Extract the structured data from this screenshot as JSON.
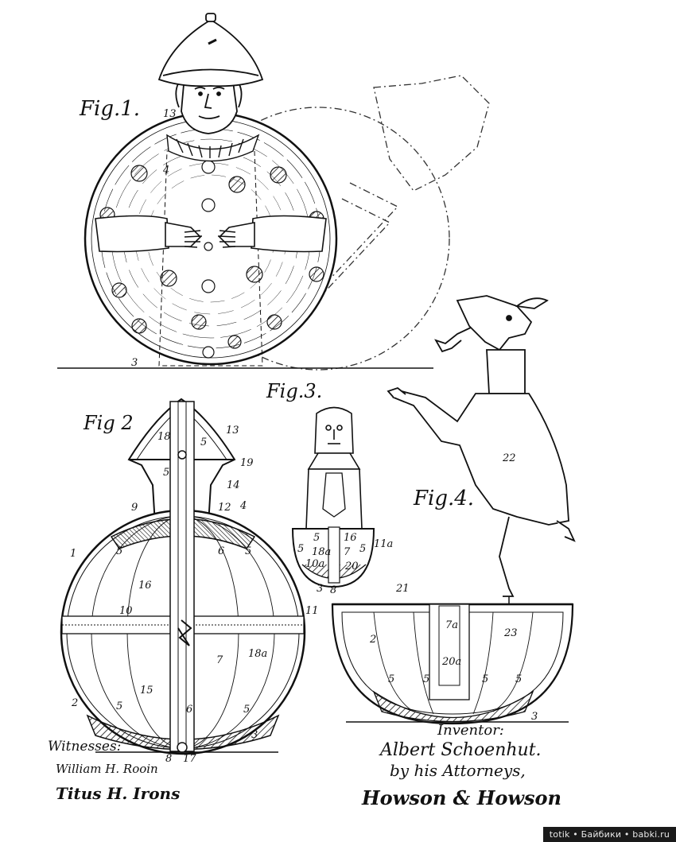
{
  "figures": {
    "fig1": "Fig.1.",
    "fig2": "Fig 2",
    "fig3": "Fig.3.",
    "fig4": "Fig.4."
  },
  "reference_numerals": {
    "fig1": [
      "13",
      "4",
      "3"
    ],
    "fig2": [
      "18",
      "5",
      "13",
      "19",
      "5",
      "14",
      "9",
      "12",
      "4",
      "1",
      "5",
      "6",
      "5",
      "16",
      "10",
      "11",
      "18a",
      "7",
      "15",
      "2",
      "5",
      "6",
      "5",
      "3",
      "8",
      "17"
    ],
    "fig3": [
      "5",
      "16",
      "11a",
      "5",
      "18a",
      "7",
      "5",
      "10a",
      "20",
      "3",
      "8"
    ],
    "fig4": [
      "22",
      "21",
      "7a",
      "23",
      "2",
      "20a",
      "5",
      "5",
      "5",
      "5",
      "3"
    ]
  },
  "signatures": {
    "witnesses_label": "Witnesses:",
    "witness_1": "William H. Rooin",
    "witness_2": "Titus H. Irons",
    "inventor_label": "Inventor:",
    "inventor_name": "Albert Schoenhut.",
    "by_attorneys": "by his Attorneys,",
    "attorneys_name": "Howson & Howson"
  },
  "watermark": "totik • Байбики • babki.ru",
  "colors": {
    "ink": "#111111",
    "paper": "#ffffff",
    "watermark_bg": "#1a1a1a"
  }
}
